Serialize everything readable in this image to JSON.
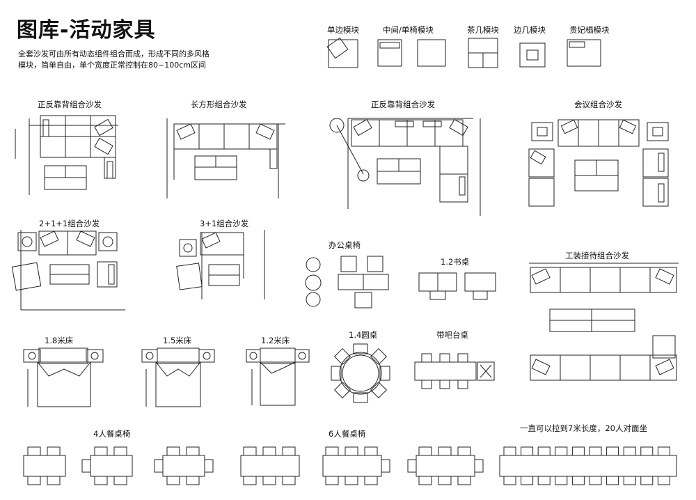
{
  "header": {
    "title": "图库-活动家具",
    "description_line1": "全套沙发可由所有动态组件组合而成，形成不同的多风格",
    "description_line2": "模块，简单自由，单个宽度正常控制在80~100cm区间"
  },
  "modules": [
    {
      "label": "单边模块"
    },
    {
      "label": "中间/单椅模块"
    },
    {
      "label": "茶几模块"
    },
    {
      "label": "边几模块"
    },
    {
      "label": "贵妃榻模块"
    }
  ],
  "sofa_groups": [
    {
      "label": "正反靠背组合沙发"
    },
    {
      "label": "长方形组合沙发"
    },
    {
      "label": "正反靠背组合沙发"
    },
    {
      "label": "会议组合沙发"
    }
  ],
  "row2": [
    {
      "label": "2+1+1组合沙发"
    },
    {
      "label": "3+1组合沙发"
    },
    {
      "label": "办公桌椅"
    },
    {
      "label": "1.2书桌"
    },
    {
      "label": "工装接待组合沙发"
    }
  ],
  "row3": [
    {
      "label": "1.8米床"
    },
    {
      "label": "1.5米床"
    },
    {
      "label": "1.2米床"
    },
    {
      "label": "1.4圆桌"
    },
    {
      "label": "带吧台桌"
    }
  ],
  "dining": [
    {
      "label": "4人餐桌椅"
    },
    {
      "label": "6人餐桌椅"
    },
    {
      "label": "一直可以拉到7米长度，20人对面坐"
    }
  ]
}
